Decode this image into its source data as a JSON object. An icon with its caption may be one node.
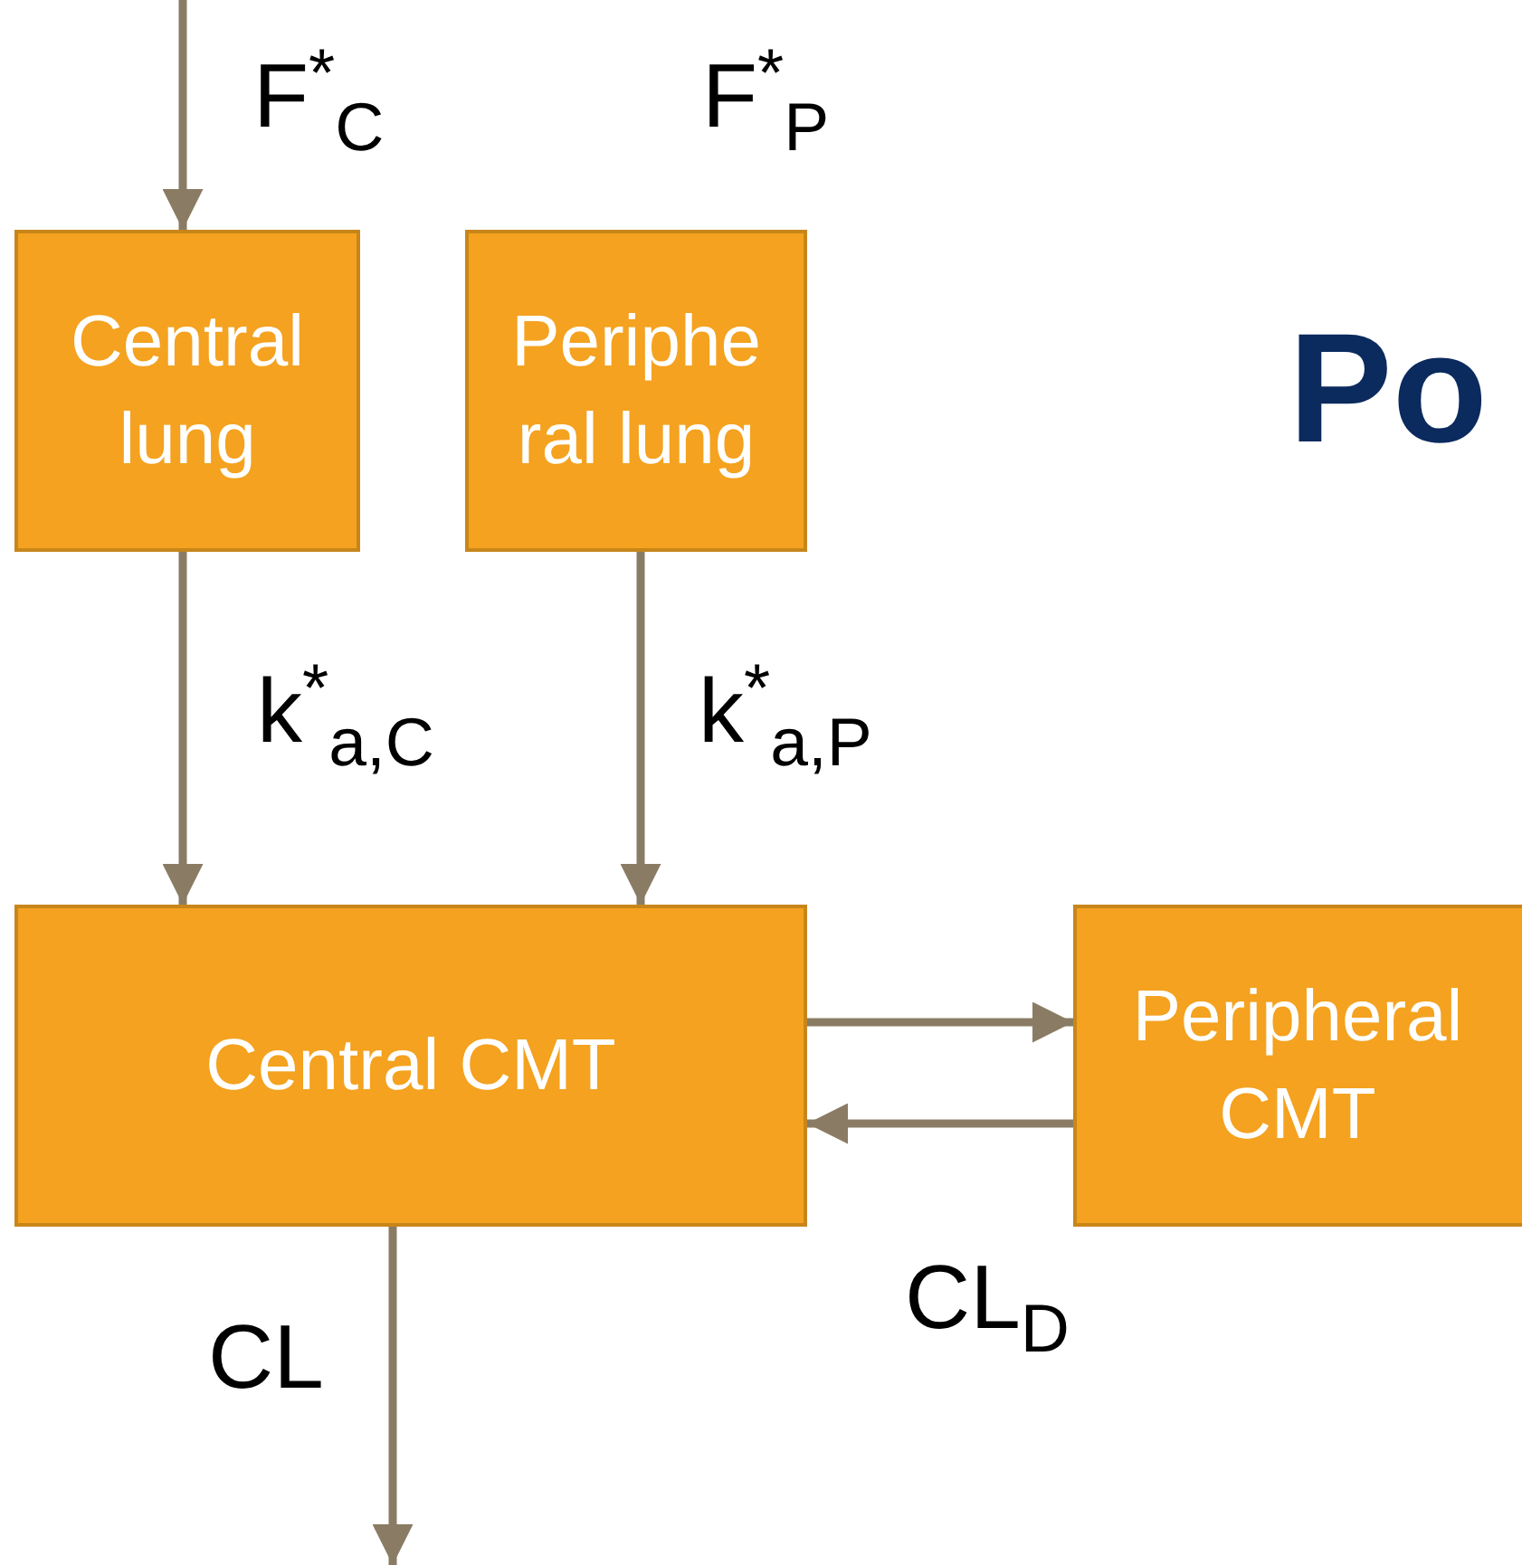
{
  "diagram": {
    "nodes": [
      {
        "text": [
          "Central lung"
        ]
      },
      {
        "text": [
          "Periphe ral lung"
        ],
        "beside": [
          "F$^{*}$$_{P}$"
        ]
      },
      {
        "text": [
          "Central CMT"
        ]
      },
      {
        "text": [
          "Peripheral CMT"
        ]
      }
    ],
    "edges": [
      {
        "from": null,
        "to": 0,
        "arrow": "to",
        "label": "F$^{*}$$_{C}$"
      },
      {
        "from": 0,
        "to": 2,
        "arrow": "to",
        "label": "k$^{*}$$_{a,C}$"
      },
      {
        "from": 1,
        "to": 2,
        "arrow": "to",
        "label": "k$^{*}$$_{a,P}$"
      },
      {
        "from": 2,
        "to": 3,
        "arrow": "to"
      },
      {
        "from": 3,
        "to": 2,
        "arrow": "to"
      },
      {
        "from": 2,
        "to": null,
        "arrow": "to",
        "label": "CL"
      }
    ],
    "labels": [
      "Po",
      "CL$_{D}$"
    ]
  }
}
